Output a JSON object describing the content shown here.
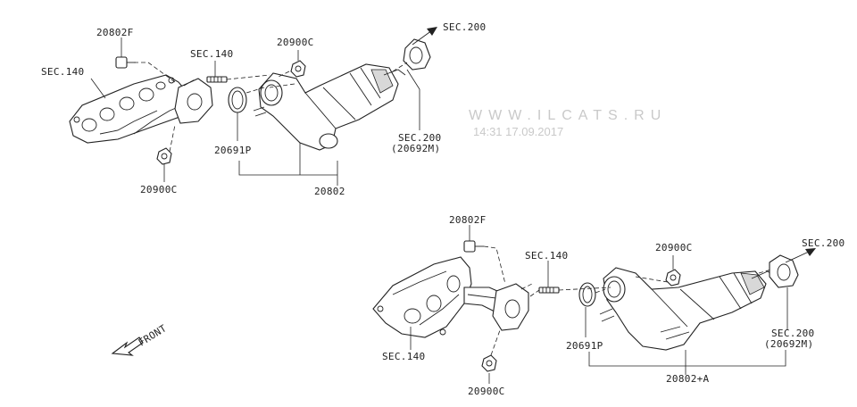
{
  "labels": {
    "upper_sec140_manifold": "SEC.140",
    "upper_bolt": "20802F",
    "upper_sec140_stud": "SEC.140",
    "upper_nut_top": "20900C",
    "upper_sec200_arrow": "SEC.200",
    "upper_gasket": "20691P",
    "upper_sec200_gasket_1": "SEC.200",
    "upper_sec200_gasket_2": "(20692M)",
    "upper_nut_bottom": "20900C",
    "upper_assembly": "20802",
    "lower_bolt": "20802F",
    "lower_sec140_stud": "SEC.140",
    "lower_nut_top": "20900C",
    "lower_sec200_arrow": "SEC.200",
    "lower_sec140_manifold": "SEC.140",
    "lower_gasket": "20691P",
    "lower_sec200_gasket_1": "SEC.200",
    "lower_sec200_gasket_2": "(20692M)",
    "lower_assembly": "20802+A",
    "lower_nut_bottom": "20900C",
    "front": "FRONT"
  },
  "watermark": {
    "site": "WWW.ILCATS.RU",
    "timestamp": "14:31 17.09.2017"
  }
}
